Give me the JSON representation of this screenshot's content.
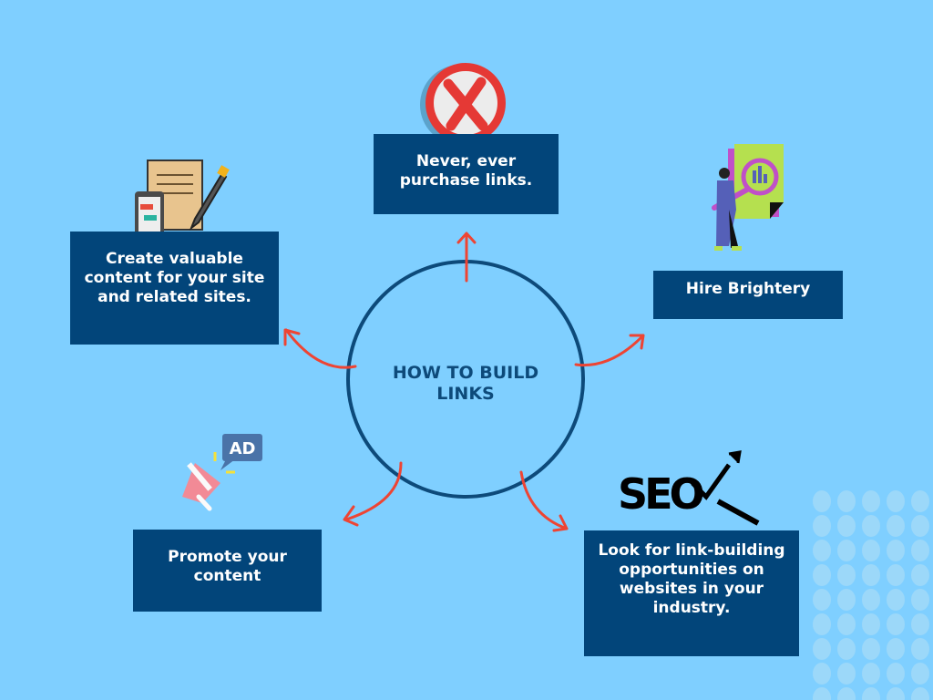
{
  "title": "HOW TO BUILD LINKS",
  "steps": [
    {
      "text": "Never, ever purchase links.",
      "icon": "x-mark-icon"
    },
    {
      "text": "Hire Brightery",
      "icon": "analyst-magnifier-icon"
    },
    {
      "text": "Look for link-building opportunities on websites in your industry.",
      "icon": "seo-icon"
    },
    {
      "text": "Promote your content",
      "icon": "megaphone-ad-icon"
    },
    {
      "text": "Create valuable content for your site and related sites.",
      "icon": "document-pen-icon"
    }
  ],
  "icon_text": {
    "ad": "AD",
    "seo": "SEO"
  },
  "colors": {
    "background": "#7fcfff",
    "box": "#02457a",
    "arrow": "#ee4433",
    "circle": "#0d4a7a"
  }
}
